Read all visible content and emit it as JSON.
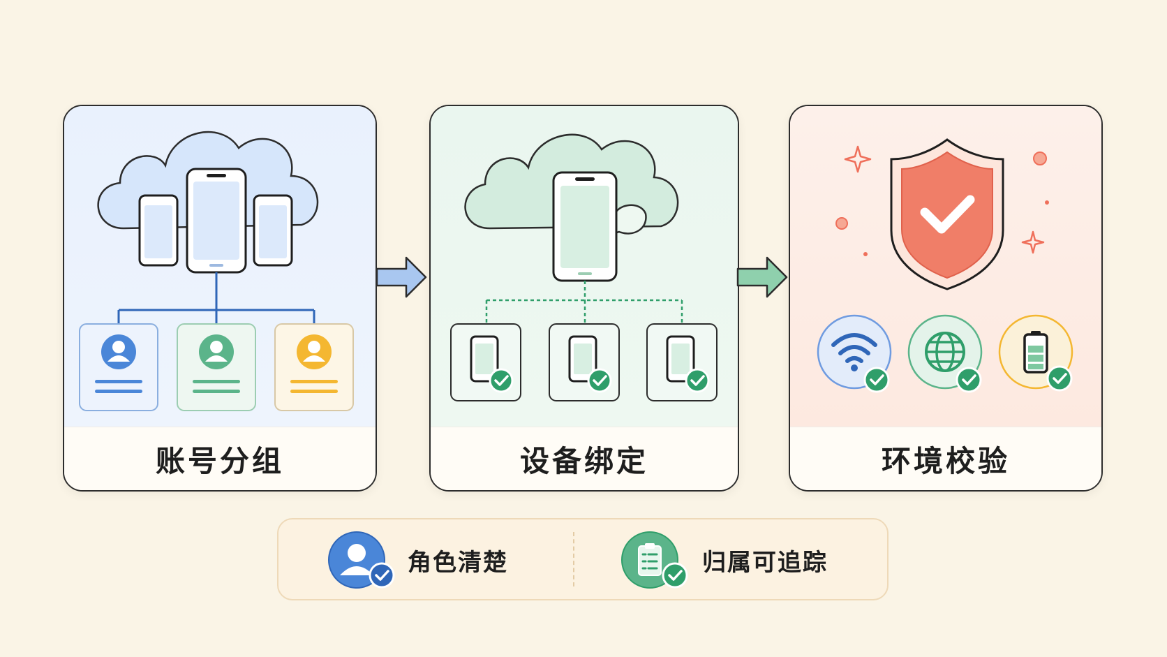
{
  "steps": [
    {
      "title": "账号分组",
      "accent": "#4a86d8"
    },
    {
      "title": "设备绑定",
      "accent": "#2f9e6a"
    },
    {
      "title": "环境校验",
      "accent": "#ef6f5a"
    }
  ],
  "summary": {
    "items": [
      {
        "label": "角色清楚",
        "icon": "user-check-icon"
      },
      {
        "label": "归属可追踪",
        "icon": "clipboard-check-icon"
      }
    ]
  },
  "colors": {
    "background": "#faf4e6",
    "blue": "#4a86d8",
    "green": "#2f9e6a",
    "yellow": "#f4b731",
    "red": "#ef6f5a"
  }
}
